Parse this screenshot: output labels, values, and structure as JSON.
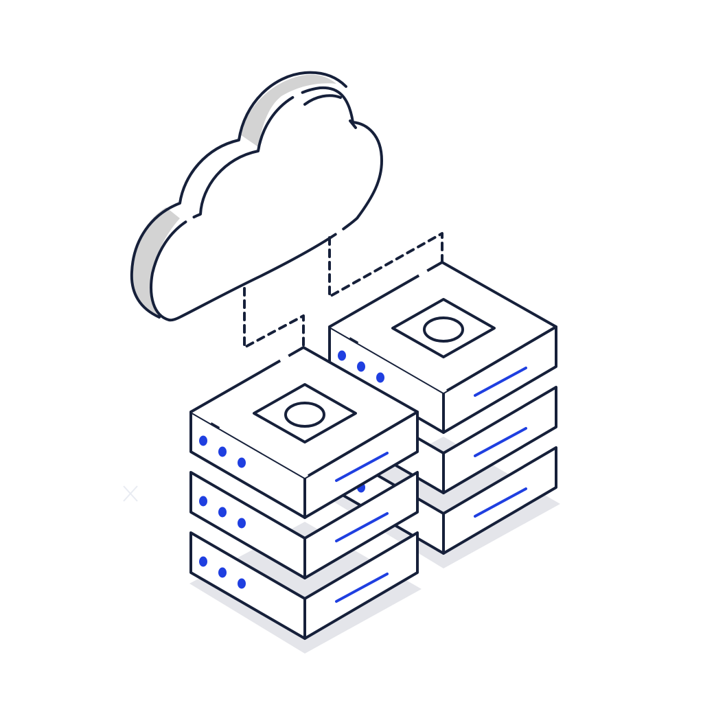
{
  "palette": {
    "background": "#ffffff",
    "outline": "#16203a",
    "cloud_shade": "#d3d3d3",
    "indicator": "#1f3fe0",
    "floor_shadow": "#e4e5ea",
    "sparkle": "#e8ebf2"
  },
  "illustration": {
    "cloud": {
      "icon": "cloud-icon"
    },
    "connectors": {
      "style": "dashed",
      "count": 2
    },
    "server_stacks": [
      {
        "name": "front-stack",
        "units": 3,
        "status_dots_per_unit": 3,
        "has_top_port": true
      },
      {
        "name": "back-stack",
        "units": 3,
        "status_dots_per_unit": 3,
        "has_top_port": true
      }
    ]
  }
}
